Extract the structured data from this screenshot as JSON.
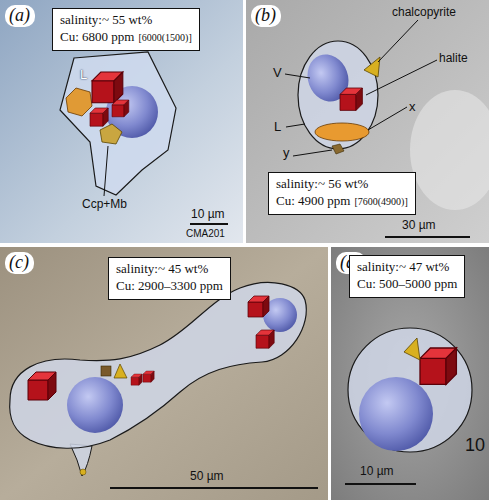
{
  "diagram": {
    "nodes": [
      {
        "text": [
          "(a)"
        ]
      },
      {
        "text": [
          "salinity:~ 55 wt%",
          "Cu: 6800 ppm",
          "[6000(1500)]"
        ],
        "in": 0
      },
      {
        "text": [
          "(b)"
        ]
      },
      {
        "text": [
          "salinity:~ 56 wt%",
          "Cu: 4900 ppm",
          "[7600(4900)]"
        ],
        "in": 2
      },
      {
        "text": [
          "(c)"
        ]
      },
      {
        "text": [
          "salinity:~ 45 wt%",
          "Cu: 2900–3300 ppm"
        ],
        "in": 4
      },
      {
        "text": [
          "(d)"
        ]
      },
      {
        "text": [
          "salinity:~ 47 wt%",
          "Cu: 500–5000 ppm"
        ],
        "in": 6
      }
    ],
    "labels": [
      "L",
      "Ccp+Mb",
      "10 µm",
      "CMA201",
      "V",
      "L",
      "chalcopyrite",
      "halite",
      "x",
      "y",
      "30 µm",
      "50 µm",
      "10 µm",
      "10"
    ]
  }
}
